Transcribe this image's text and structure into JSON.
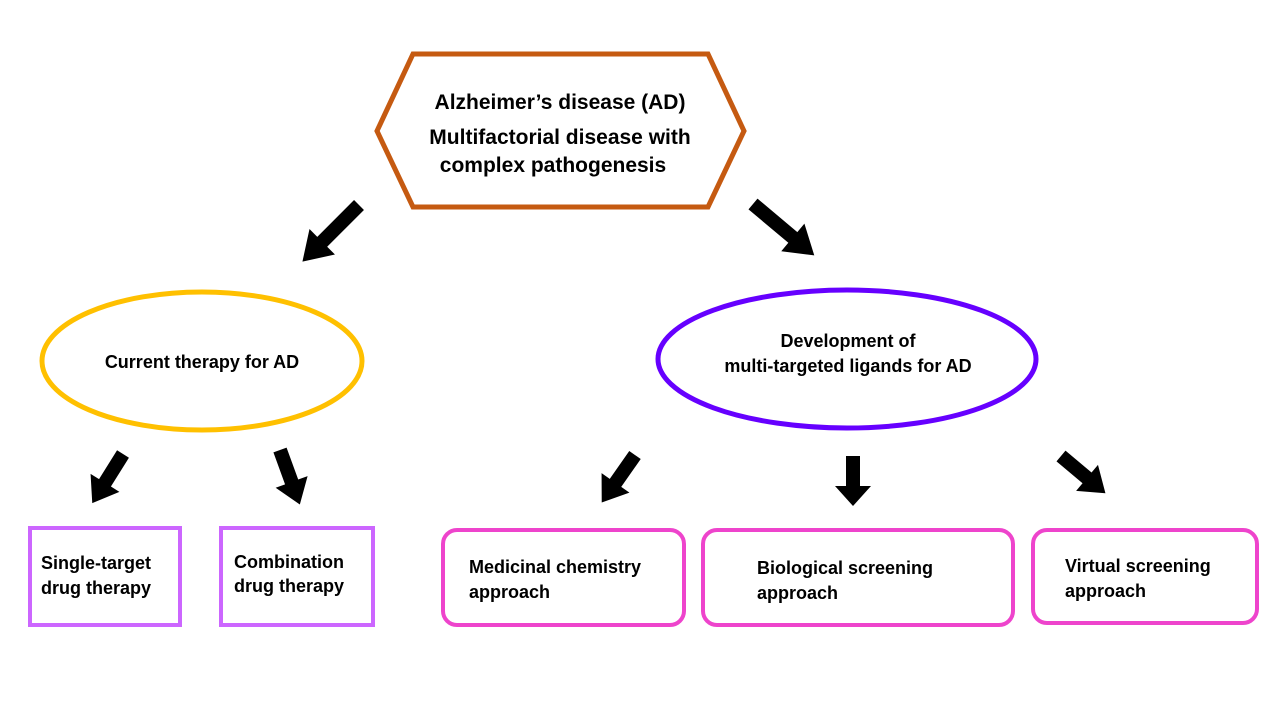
{
  "root": {
    "line1": "Alzheimer’s disease (AD)",
    "line2": "Multifactorial disease with",
    "line3": "complex  pathogenesis"
  },
  "left_branch": {
    "label": "Current therapy for AD",
    "children": [
      {
        "line1": "Single-target",
        "line2": "drug therapy"
      },
      {
        "line1": "Combination",
        "line2": "drug therapy"
      }
    ]
  },
  "right_branch": {
    "line1": "Development of",
    "line2": "multi-targeted ligands for AD",
    "children": [
      {
        "line1": "Medicinal chemistry",
        "line2": "approach"
      },
      {
        "line1": "Biological screening",
        "line2": "approach"
      },
      {
        "line1": "Virtual screening",
        "line2": "approach"
      }
    ]
  },
  "colors": {
    "root_border": "#c55a11",
    "left_ellipse": "#ffc000",
    "right_ellipse": "#6600ff",
    "left_boxes": "#cc66ff",
    "right_boxes": "#ee44cc",
    "arrows": "#000000"
  }
}
